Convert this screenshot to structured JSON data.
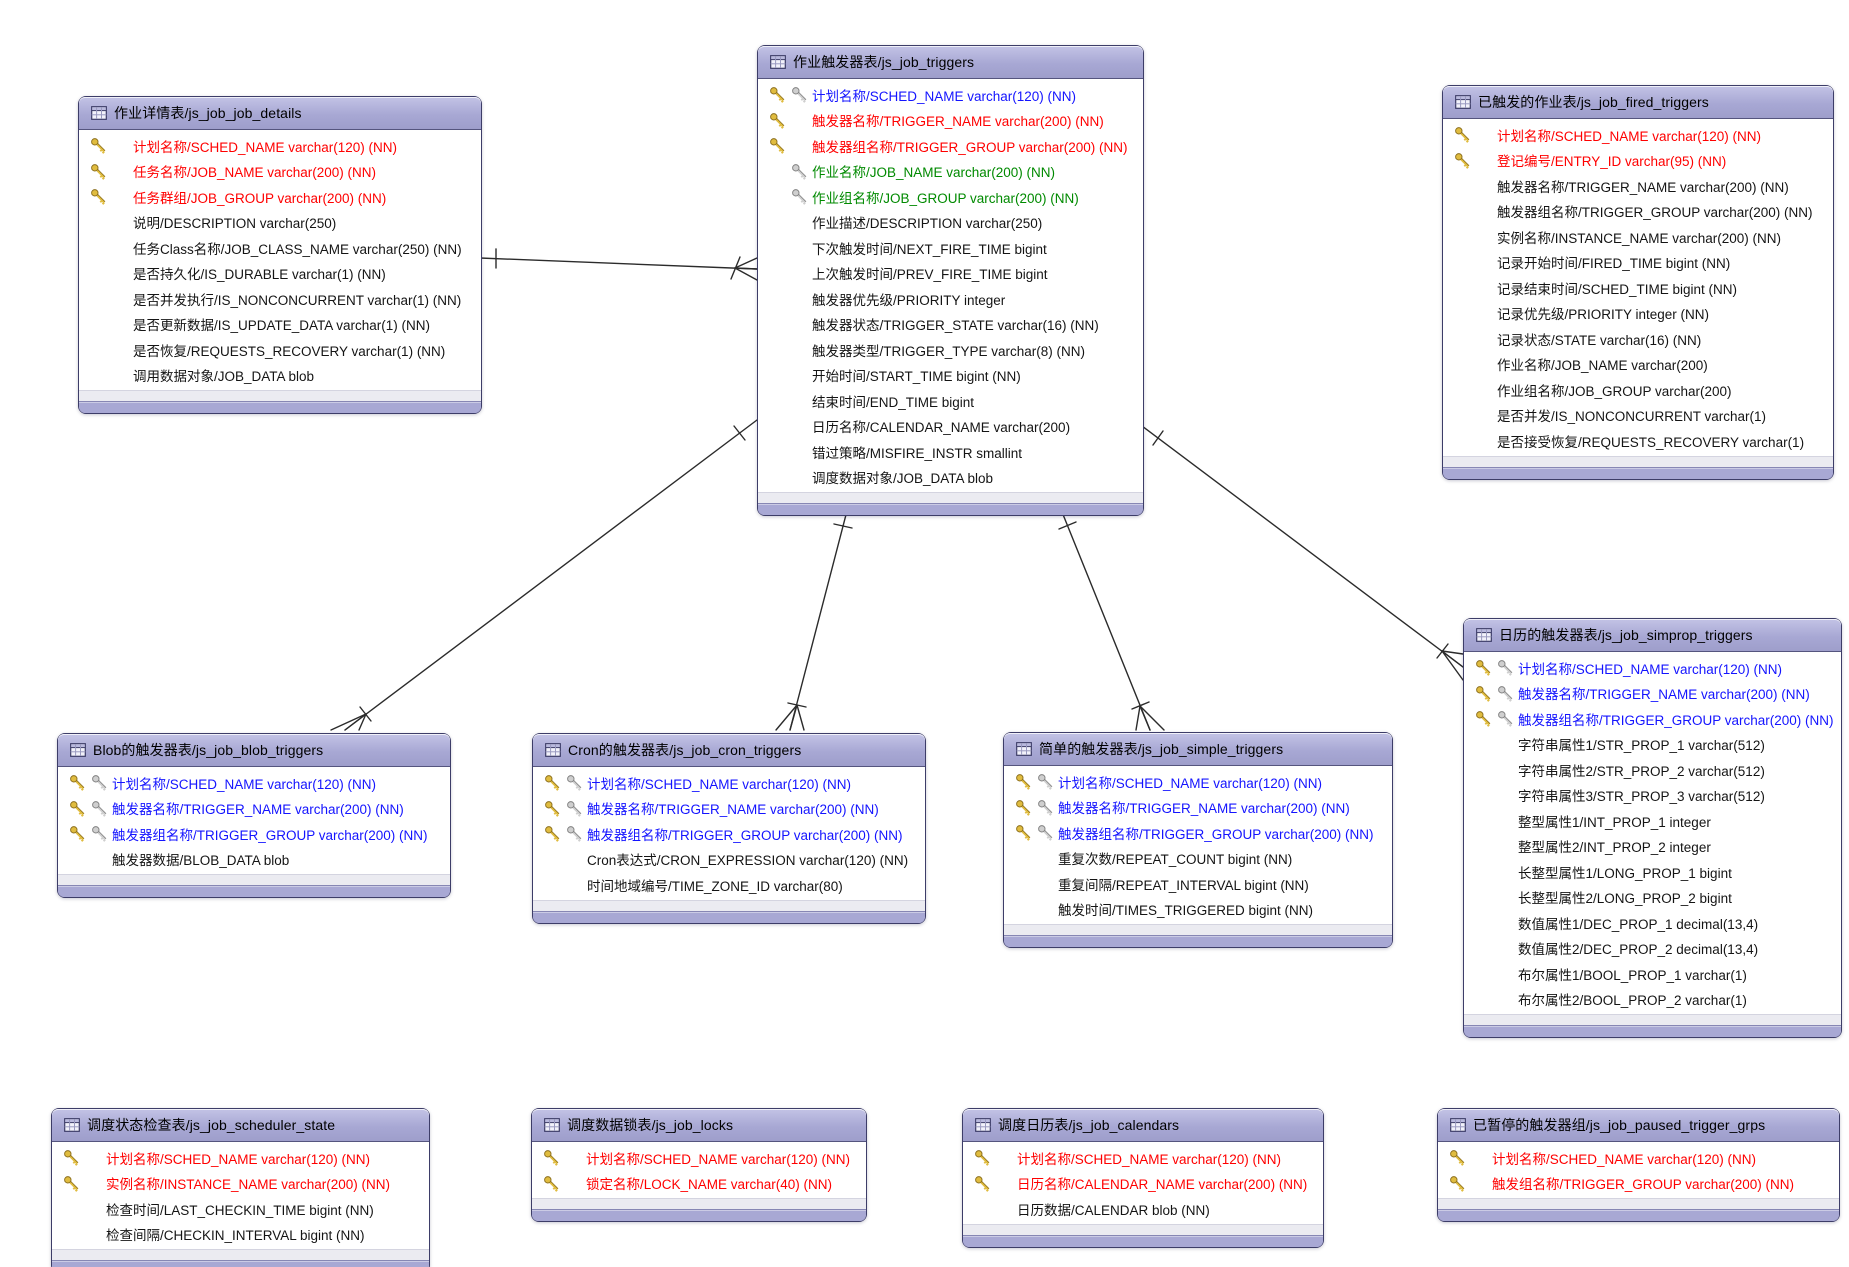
{
  "colors": {
    "accent_header": "#a8a8d4",
    "border": "#3d3d68",
    "pk_text": "#ff0000",
    "pk_fk_text": "#1414ff",
    "fk_text": "#008a00",
    "gold_key": "#e0bc3f",
    "silver_key": "#cfcfcf"
  },
  "tables": [
    {
      "id": "js_job_job_details",
      "title": "作业详情表/js_job_job_details",
      "columns": [
        {
          "label": "计划名称/SCHED_NAME varchar(120) (NN)",
          "type": "pk"
        },
        {
          "label": "任务名称/JOB_NAME varchar(200) (NN)",
          "type": "pk"
        },
        {
          "label": "任务群组/JOB_GROUP varchar(200) (NN)",
          "type": "pk"
        },
        {
          "label": "说明/DESCRIPTION varchar(250)",
          "type": "plain"
        },
        {
          "label": "任务Class名称/JOB_CLASS_NAME varchar(250) (NN)",
          "type": "plain"
        },
        {
          "label": "是否持久化/IS_DURABLE varchar(1) (NN)",
          "type": "plain"
        },
        {
          "label": "是否并发执行/IS_NONCONCURRENT varchar(1) (NN)",
          "type": "plain"
        },
        {
          "label": "是否更新数据/IS_UPDATE_DATA varchar(1) (NN)",
          "type": "plain"
        },
        {
          "label": "是否恢复/REQUESTS_RECOVERY varchar(1) (NN)",
          "type": "plain"
        },
        {
          "label": "调用数据对象/JOB_DATA blob",
          "type": "plain"
        }
      ]
    },
    {
      "id": "js_job_triggers",
      "title": "作业触发器表/js_job_triggers",
      "columns": [
        {
          "label": "计划名称/SCHED_NAME varchar(120) (NN)",
          "type": "pkfk"
        },
        {
          "label": "触发器名称/TRIGGER_NAME varchar(200) (NN)",
          "type": "pk"
        },
        {
          "label": "触发器组名称/TRIGGER_GROUP varchar(200) (NN)",
          "type": "pk"
        },
        {
          "label": "作业名称/JOB_NAME varchar(200) (NN)",
          "type": "fk"
        },
        {
          "label": "作业组名称/JOB_GROUP varchar(200) (NN)",
          "type": "fk"
        },
        {
          "label": "作业描述/DESCRIPTION varchar(250)",
          "type": "plain"
        },
        {
          "label": "下次触发时间/NEXT_FIRE_TIME bigint",
          "type": "plain"
        },
        {
          "label": "上次触发时间/PREV_FIRE_TIME bigint",
          "type": "plain"
        },
        {
          "label": "触发器优先级/PRIORITY integer",
          "type": "plain"
        },
        {
          "label": "触发器状态/TRIGGER_STATE varchar(16) (NN)",
          "type": "plain"
        },
        {
          "label": "触发器类型/TRIGGER_TYPE varchar(8) (NN)",
          "type": "plain"
        },
        {
          "label": "开始时间/START_TIME bigint (NN)",
          "type": "plain"
        },
        {
          "label": "结束时间/END_TIME bigint",
          "type": "plain"
        },
        {
          "label": "日历名称/CALENDAR_NAME varchar(200)",
          "type": "plain"
        },
        {
          "label": "错过策略/MISFIRE_INSTR smallint",
          "type": "plain"
        },
        {
          "label": "调度数据对象/JOB_DATA blob",
          "type": "plain"
        }
      ]
    },
    {
      "id": "js_job_fired_triggers",
      "title": "已触发的作业表/js_job_fired_triggers",
      "columns": [
        {
          "label": "计划名称/SCHED_NAME varchar(120) (NN)",
          "type": "pk"
        },
        {
          "label": "登记编号/ENTRY_ID varchar(95) (NN)",
          "type": "pk"
        },
        {
          "label": "触发器名称/TRIGGER_NAME varchar(200) (NN)",
          "type": "plain"
        },
        {
          "label": "触发器组名称/TRIGGER_GROUP varchar(200) (NN)",
          "type": "plain"
        },
        {
          "label": "实例名称/INSTANCE_NAME varchar(200) (NN)",
          "type": "plain"
        },
        {
          "label": "记录开始时间/FIRED_TIME bigint (NN)",
          "type": "plain"
        },
        {
          "label": "记录结束时间/SCHED_TIME bigint (NN)",
          "type": "plain"
        },
        {
          "label": "记录优先级/PRIORITY integer (NN)",
          "type": "plain"
        },
        {
          "label": "记录状态/STATE varchar(16) (NN)",
          "type": "plain"
        },
        {
          "label": "作业名称/JOB_NAME varchar(200)",
          "type": "plain"
        },
        {
          "label": "作业组名称/JOB_GROUP varchar(200)",
          "type": "plain"
        },
        {
          "label": "是否并发/IS_NONCONCURRENT varchar(1)",
          "type": "plain"
        },
        {
          "label": "是否接受恢复/REQUESTS_RECOVERY varchar(1)",
          "type": "plain"
        }
      ]
    },
    {
      "id": "js_job_blob_triggers",
      "title": "Blob的触发器表/js_job_blob_triggers",
      "columns": [
        {
          "label": "计划名称/SCHED_NAME varchar(120) (NN)",
          "type": "pkfk"
        },
        {
          "label": "触发器名称/TRIGGER_NAME varchar(200) (NN)",
          "type": "pkfk"
        },
        {
          "label": "触发器组名称/TRIGGER_GROUP varchar(200) (NN)",
          "type": "pkfk"
        },
        {
          "label": "触发器数据/BLOB_DATA blob",
          "type": "plain"
        }
      ]
    },
    {
      "id": "js_job_cron_triggers",
      "title": "Cron的触发器表/js_job_cron_triggers",
      "columns": [
        {
          "label": "计划名称/SCHED_NAME varchar(120) (NN)",
          "type": "pkfk"
        },
        {
          "label": "触发器名称/TRIGGER_NAME varchar(200) (NN)",
          "type": "pkfk"
        },
        {
          "label": "触发器组名称/TRIGGER_GROUP varchar(200) (NN)",
          "type": "pkfk"
        },
        {
          "label": "Cron表达式/CRON_EXPRESSION varchar(120) (NN)",
          "type": "plain"
        },
        {
          "label": "时间地域编号/TIME_ZONE_ID varchar(80)",
          "type": "plain"
        }
      ]
    },
    {
      "id": "js_job_simple_triggers",
      "title": "简单的触发器表/js_job_simple_triggers",
      "columns": [
        {
          "label": "计划名称/SCHED_NAME varchar(120) (NN)",
          "type": "pkfk"
        },
        {
          "label": "触发器名称/TRIGGER_NAME varchar(200) (NN)",
          "type": "pkfk"
        },
        {
          "label": "触发器组名称/TRIGGER_GROUP varchar(200) (NN)",
          "type": "pkfk"
        },
        {
          "label": "重复次数/REPEAT_COUNT bigint (NN)",
          "type": "plain"
        },
        {
          "label": "重复间隔/REPEAT_INTERVAL bigint (NN)",
          "type": "plain"
        },
        {
          "label": "触发时间/TIMES_TRIGGERED bigint (NN)",
          "type": "plain"
        }
      ]
    },
    {
      "id": "js_job_simprop_triggers",
      "title": "日历的触发器表/js_job_simprop_triggers",
      "columns": [
        {
          "label": "计划名称/SCHED_NAME varchar(120) (NN)",
          "type": "pkfk"
        },
        {
          "label": "触发器名称/TRIGGER_NAME varchar(200) (NN)",
          "type": "pkfk"
        },
        {
          "label": "触发器组名称/TRIGGER_GROUP varchar(200) (NN)",
          "type": "pkfk"
        },
        {
          "label": "字符串属性1/STR_PROP_1 varchar(512)",
          "type": "plain"
        },
        {
          "label": "字符串属性2/STR_PROP_2 varchar(512)",
          "type": "plain"
        },
        {
          "label": "字符串属性3/STR_PROP_3 varchar(512)",
          "type": "plain"
        },
        {
          "label": "整型属性1/INT_PROP_1 integer",
          "type": "plain"
        },
        {
          "label": "整型属性2/INT_PROP_2 integer",
          "type": "plain"
        },
        {
          "label": "长整型属性1/LONG_PROP_1 bigint",
          "type": "plain"
        },
        {
          "label": "长整型属性2/LONG_PROP_2 bigint",
          "type": "plain"
        },
        {
          "label": "数值属性1/DEC_PROP_1 decimal(13,4)",
          "type": "plain"
        },
        {
          "label": "数值属性2/DEC_PROP_2 decimal(13,4)",
          "type": "plain"
        },
        {
          "label": "布尔属性1/BOOL_PROP_1 varchar(1)",
          "type": "plain"
        },
        {
          "label": "布尔属性2/BOOL_PROP_2 varchar(1)",
          "type": "plain"
        }
      ]
    },
    {
      "id": "js_job_scheduler_state",
      "title": "调度状态检查表/js_job_scheduler_state",
      "columns": [
        {
          "label": "计划名称/SCHED_NAME varchar(120) (NN)",
          "type": "pk"
        },
        {
          "label": "实例名称/INSTANCE_NAME varchar(200) (NN)",
          "type": "pk"
        },
        {
          "label": "检查时间/LAST_CHECKIN_TIME bigint (NN)",
          "type": "plain"
        },
        {
          "label": "检查间隔/CHECKIN_INTERVAL bigint (NN)",
          "type": "plain"
        }
      ]
    },
    {
      "id": "js_job_locks",
      "title": "调度数据锁表/js_job_locks",
      "columns": [
        {
          "label": "计划名称/SCHED_NAME varchar(120) (NN)",
          "type": "pk"
        },
        {
          "label": "锁定名称/LOCK_NAME varchar(40) (NN)",
          "type": "pk"
        }
      ]
    },
    {
      "id": "js_job_calendars",
      "title": "调度日历表/js_job_calendars",
      "columns": [
        {
          "label": "计划名称/SCHED_NAME varchar(120) (NN)",
          "type": "pk"
        },
        {
          "label": "日历名称/CALENDAR_NAME varchar(200) (NN)",
          "type": "pk"
        },
        {
          "label": "日历数据/CALENDAR blob (NN)",
          "type": "plain"
        }
      ]
    },
    {
      "id": "js_job_paused_trigger_grps",
      "title": "已暂停的触发器组/js_job_paused_trigger_grps",
      "columns": [
        {
          "label": "计划名称/SCHED_NAME varchar(120) (NN)",
          "type": "pk"
        },
        {
          "label": "触发组名称/TRIGGER_GROUP varchar(200) (NN)",
          "type": "pk"
        }
      ]
    }
  ],
  "relationships": [
    {
      "from": "js_job_job_details",
      "to": "js_job_triggers",
      "from_cardinality": "one",
      "to_cardinality": "many"
    },
    {
      "from": "js_job_triggers",
      "to": "js_job_blob_triggers",
      "from_cardinality": "one",
      "to_cardinality": "many"
    },
    {
      "from": "js_job_triggers",
      "to": "js_job_cron_triggers",
      "from_cardinality": "one",
      "to_cardinality": "many"
    },
    {
      "from": "js_job_triggers",
      "to": "js_job_simple_triggers",
      "from_cardinality": "one",
      "to_cardinality": "many"
    },
    {
      "from": "js_job_triggers",
      "to": "js_job_simprop_triggers",
      "from_cardinality": "one",
      "to_cardinality": "many"
    }
  ]
}
